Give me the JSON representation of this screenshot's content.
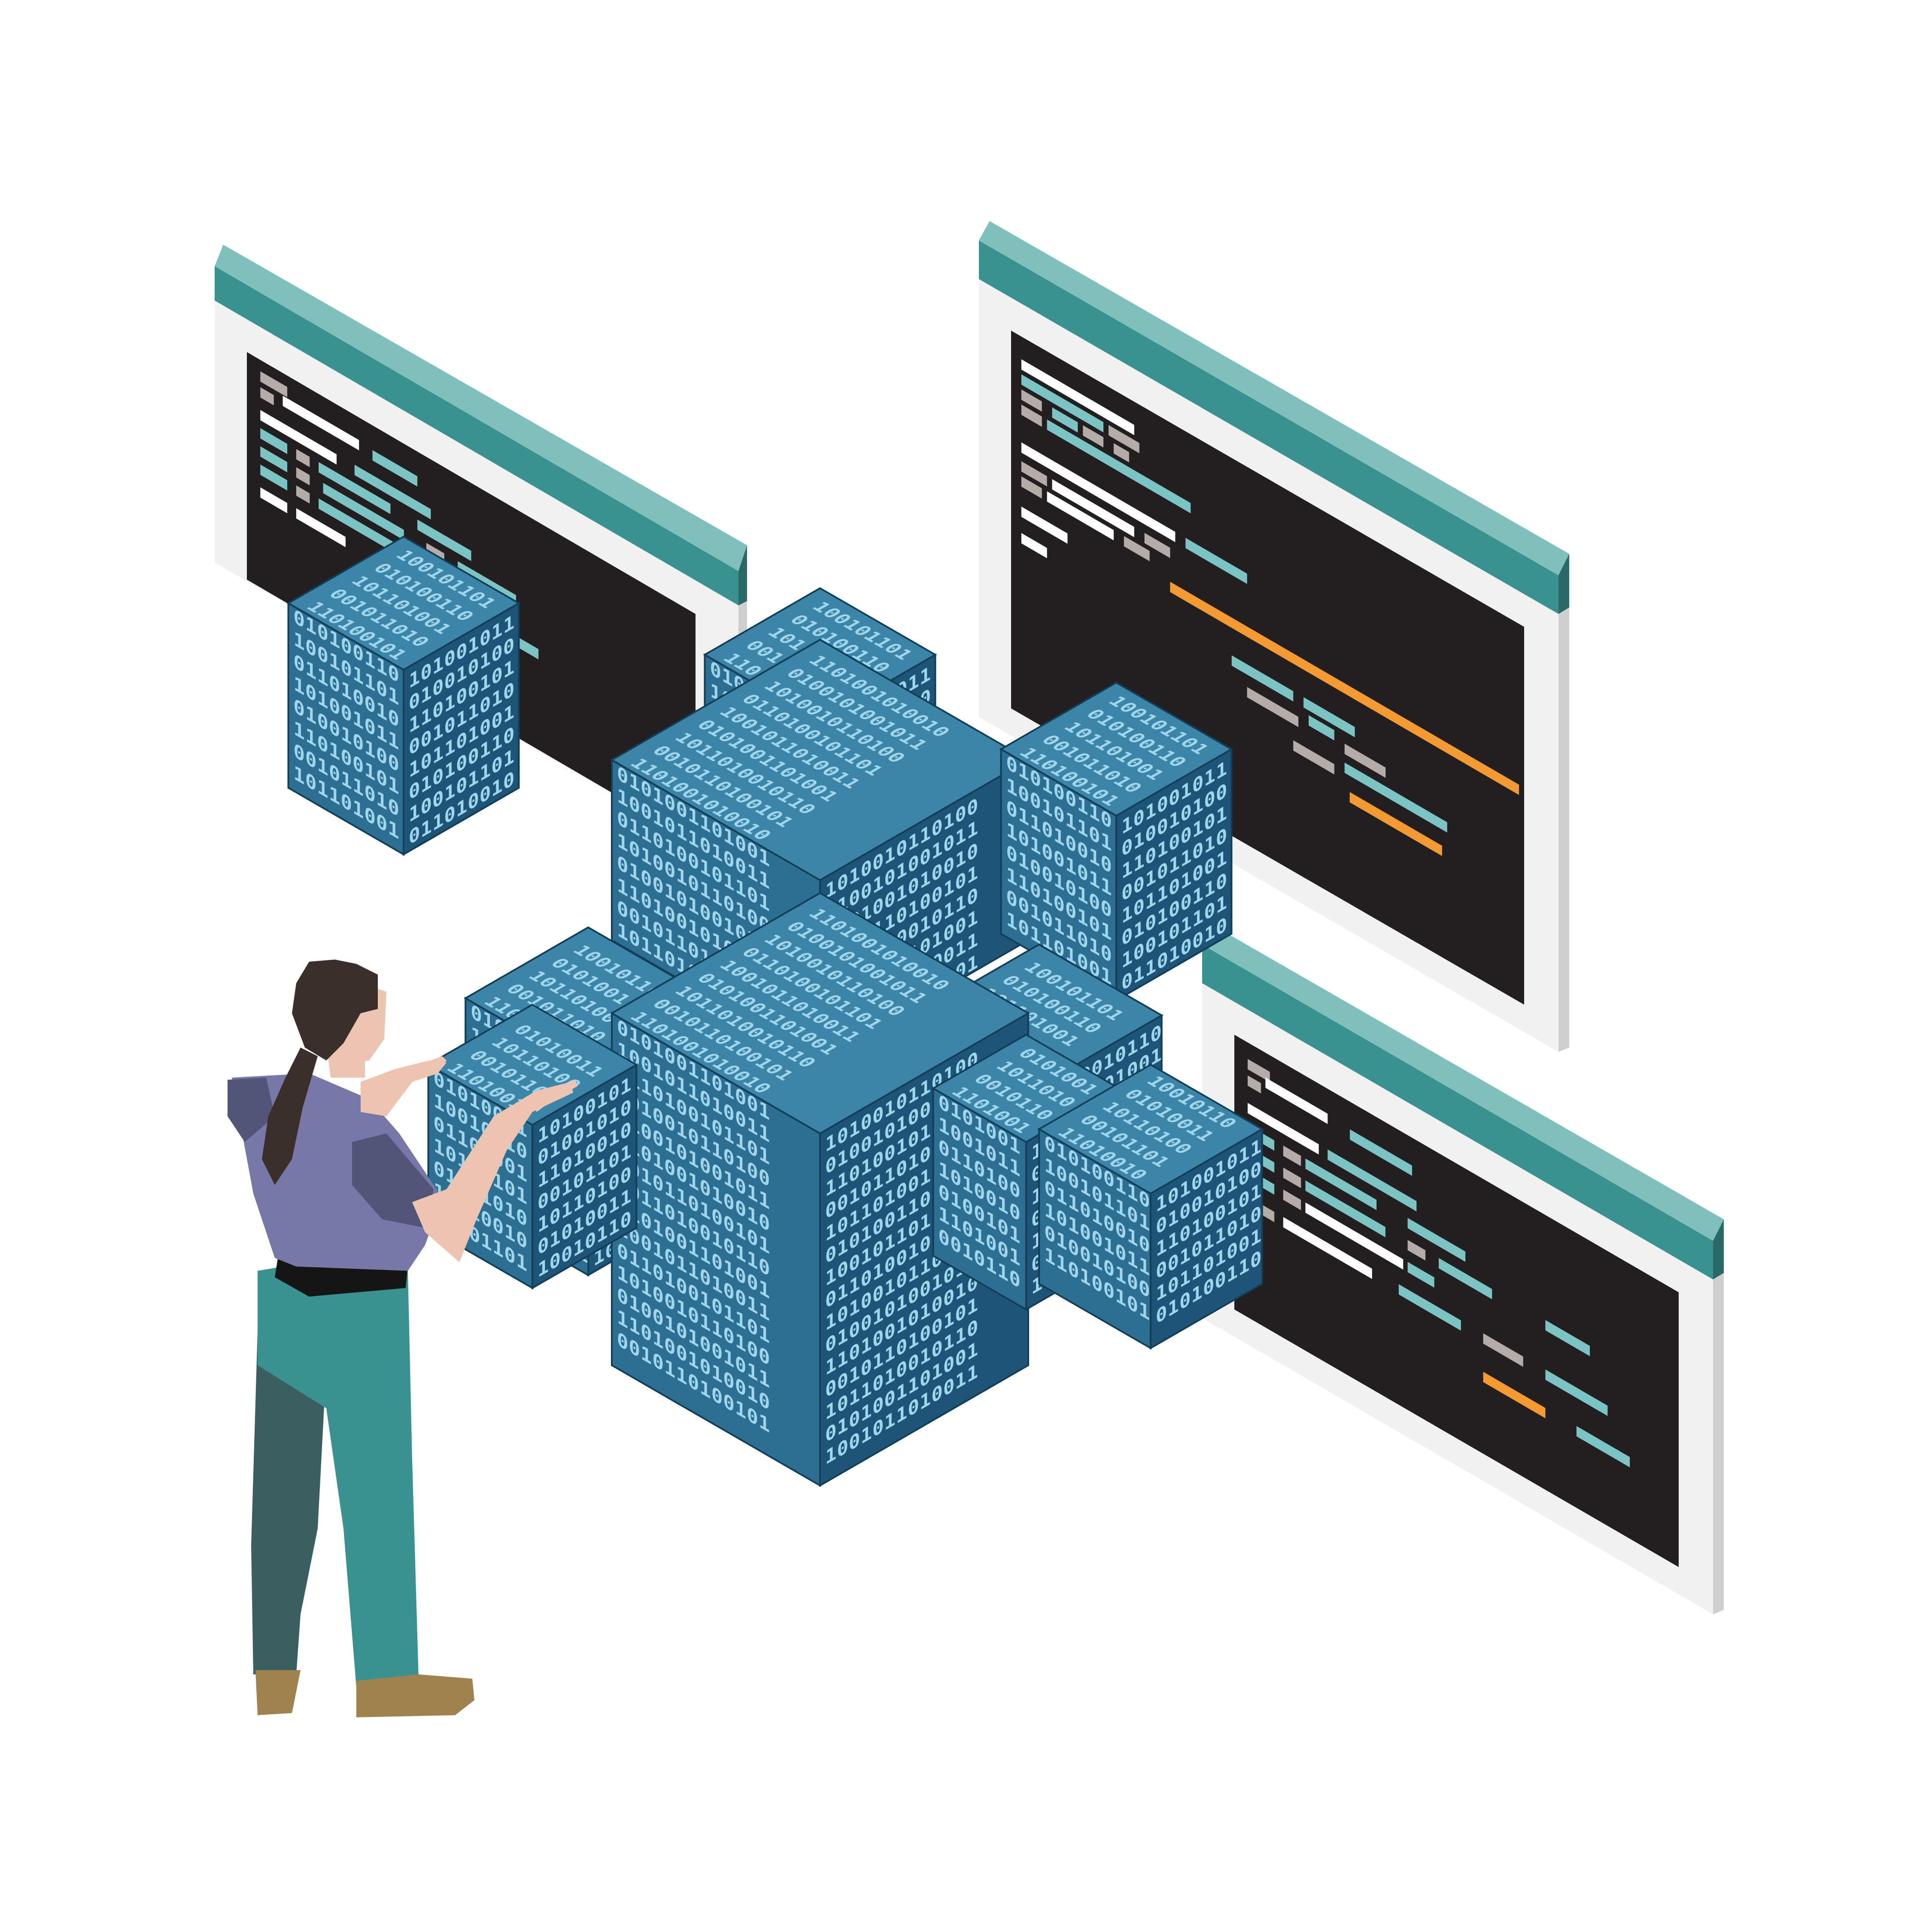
{
  "colors": {
    "background": "#ffffff",
    "window_bar": "#3a9290",
    "window_bar_top": "#7fc0bd",
    "window_bar_side": "#2a6967",
    "window_frame": "#f1f1f1",
    "window_frame_side": "#cfcfcf",
    "screen": "#231f20",
    "code_white": "#ffffff",
    "code_teal": "#7cc4c4",
    "code_gray": "#b3aca8",
    "code_orange": "#f49a32",
    "cube_top": "#3d85a8",
    "cube_left": "#2c6f93",
    "cube_right": "#1e5478",
    "cube_edge": "#133e58",
    "binary_text": "#9fd6ec",
    "person_hair": "#3b2f2c",
    "person_skin": "#ecc4b1",
    "person_shirt": "#7878a8",
    "person_shirt_shade": "#525478",
    "person_pants": "#3a9290",
    "person_pants_shade": "#3b5e60",
    "person_belt": "#151515",
    "person_shoes": "#a0824e"
  },
  "icons": {
    "code_windows": "code-window-icon",
    "data_cubes": "data-cube-icon",
    "person": "person-icon"
  },
  "binary_rows": [
    "0101001101001",
    "1001011010011",
    "0110100101101",
    "1010010110100",
    "0100101001011",
    "1101001010010",
    "0010110100101",
    "1011010010110"
  ]
}
